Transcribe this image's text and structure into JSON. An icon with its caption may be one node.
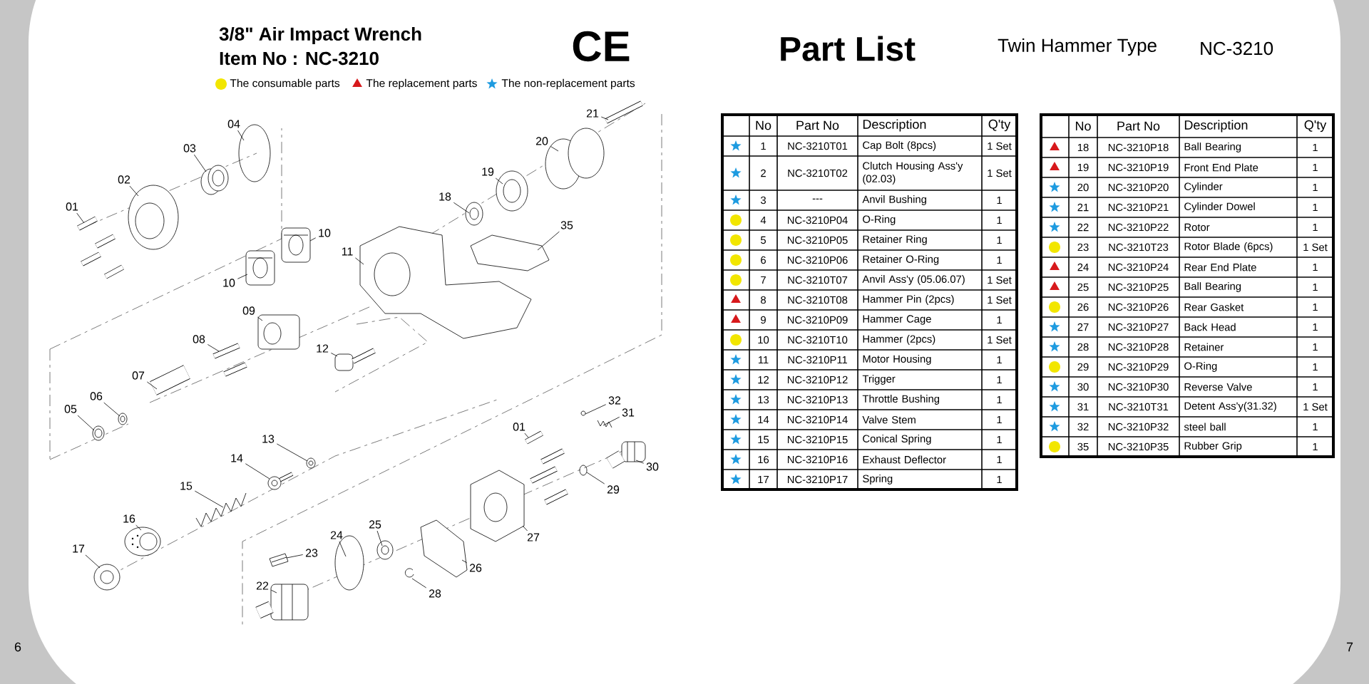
{
  "diagram": {
    "title": "3/8\" Air Impact Wrench",
    "nodes": [
      {
        "text": [
          "21"
        ]
      },
      {
        "text": [
          "20"
        ]
      },
      {
        "text": [
          "04"
        ]
      },
      {
        "text": [
          "03"
        ]
      },
      {
        "text": [
          "19"
        ]
      },
      {
        "text": [
          "02"
        ]
      },
      {
        "text": [
          "18"
        ]
      },
      {
        "text": [
          "01"
        ]
      },
      {
        "text": [
          "35"
        ]
      },
      {
        "text": [
          "10"
        ]
      },
      {
        "text": [
          "11"
        ]
      },
      {
        "text": [
          "10"
        ]
      },
      {
        "text": [
          "09"
        ]
      },
      {
        "text": [
          "08"
        ]
      },
      {
        "text": [
          "12"
        ]
      },
      {
        "text": [
          "07"
        ]
      },
      {
        "text": [
          "06"
        ]
      },
      {
        "text": [
          "05"
        ]
      },
      {
        "text": [
          "32"
        ]
      },
      {
        "text": [
          "31"
        ]
      },
      {
        "text": [
          "01"
        ]
      },
      {
        "text": [
          "13"
        ]
      },
      {
        "text": [
          "14"
        ]
      },
      {
        "text": [
          "30"
        ]
      },
      {
        "text": [
          "29"
        ]
      },
      {
        "text": [
          "15"
        ]
      },
      {
        "text": [
          "16"
        ]
      },
      {
        "text": [
          "24"
        ]
      },
      {
        "text": [
          "25"
        ]
      },
      {
        "text": [
          "27"
        ]
      },
      {
        "text": [
          "17"
        ]
      },
      {
        "text": [
          "23"
        ]
      },
      {
        "text": [
          "26"
        ]
      },
      {
        "text": [
          "22"
        ]
      },
      {
        "text": [
          "28"
        ]
      },
      {
        "text": [],
        "shape": "picture"
      },
      {
        "text": [],
        "shape": "picture"
      },
      {
        "text": [],
        "shape": "picture"
      },
      {
        "text": [],
        "shape": "picture"
      },
      {
        "text": [],
        "shape": "picture"
      },
      {
        "text": [],
        "shape": "picture"
      },
      {
        "text": [],
        "shape": "picture"
      },
      {
        "text": [],
        "shape": "picture"
      },
      {
        "text": [],
        "shape": "picture"
      },
      {
        "text": [],
        "shape": "picture"
      },
      {
        "text": [],
        "shape": "picture"
      },
      {
        "text": [],
        "shape": "picture"
      },
      {
        "text": [],
        "shape": "picture"
      },
      {
        "text": [],
        "shape": "picture"
      },
      {
        "text": [],
        "shape": "picture"
      },
      {
        "text": [],
        "shape": "picture"
      },
      {
        "text": [],
        "shape": "picture"
      },
      {
        "text": [],
        "shape": "picture"
      },
      {
        "text": [],
        "shape": "picture"
      },
      {
        "text": [],
        "shape": "picture"
      },
      {
        "text": [],
        "shape": "picture"
      },
      {
        "text": [],
        "shape": "picture"
      },
      {
        "text": [],
        "shape": "picture"
      },
      {
        "text": [],
        "shape": "picture"
      },
      {
        "text": [],
        "shape": "picture"
      },
      {
        "text": [],
        "shape": "picture"
      },
      {
        "text": [],
        "shape": "picture"
      },
      {
        "text": [],
        "shape": "picture"
      },
      {
        "text": [],
        "shape": "picture"
      },
      {
        "text": [],
        "shape": "picture"
      },
      {
        "text": [],
        "shape": "picture"
      },
      {
        "text": [],
        "shape": "picture"
      },
      {
        "text": [],
        "shape": "picture"
      },
      {
        "text": [],
        "shape": "picture"
      },
      {
        "text": [],
        "shape": "picture"
      },
      {
        "text": [],
        "shape": "star"
      },
      {
        "text": [],
        "shape": "star"
      },
      {
        "text": [],
        "shape": "star"
      },
      {
        "text": [],
        "shape": "circle"
      },
      {
        "text": [],
        "shape": "circle"
      },
      {
        "text": [],
        "shape": "circle"
      },
      {
        "text": [],
        "shape": "circle"
      },
      {
        "text": [],
        "shape": "triangle"
      },
      {
        "text": [],
        "shape": "triangle"
      },
      {
        "text": [],
        "shape": "circle"
      },
      {
        "text": [],
        "shape": "star"
      },
      {
        "text": [],
        "shape": "star"
      },
      {
        "text": [],
        "shape": "star"
      },
      {
        "text": [],
        "shape": "star"
      },
      {
        "text": [],
        "shape": "star"
      },
      {
        "text": [],
        "shape": "star"
      },
      {
        "text": [],
        "shape": "star"
      },
      {
        "text": [],
        "shape": "triangle"
      },
      {
        "text": [],
        "shape": "triangle"
      },
      {
        "text": [],
        "shape": "star"
      },
      {
        "text": [],
        "shape": "star"
      },
      {
        "text": [],
        "shape": "star"
      },
      {
        "text": [],
        "shape": "circle"
      },
      {
        "text": [],
        "shape": "triangle"
      },
      {
        "text": [],
        "shape": "triangle"
      },
      {
        "text": [],
        "shape": "circle"
      },
      {
        "text": [],
        "shape": "star"
      },
      {
        "text": [],
        "shape": "star"
      },
      {
        "text": [],
        "shape": "circle"
      },
      {
        "text": [],
        "shape": "star"
      },
      {
        "text": [],
        "shape": "star"
      },
      {
        "text": [],
        "shape": "star"
      },
      {
        "text": [],
        "shape": "circle"
      }
    ],
    "edges": [
      {
        "from": 0,
        "to": 35,
        "arrow": "none"
      },
      {
        "from": 1,
        "to": 36,
        "arrow": "none"
      },
      {
        "from": 2,
        "to": 37,
        "arrow": "none"
      },
      {
        "from": 3,
        "to": 38,
        "arrow": "none"
      },
      {
        "from": 4,
        "to": 39,
        "arrow": "none"
      },
      {
        "from": 5,
        "to": 40,
        "arrow": "none"
      },
      {
        "from": 6,
        "to": 41,
        "arrow": "none"
      },
      {
        "from": 7,
        "to": 42,
        "arrow": "none"
      },
      {
        "from": 8,
        "to": 43,
        "arrow": "none"
      },
      {
        "from": 9,
        "to": 44,
        "arrow": "none"
      },
      {
        "from": 10,
        "to": 45,
        "arrow": "none"
      },
      {
        "from": 11,
        "to": 46,
        "arrow": "none"
      },
      {
        "from": 12,
        "to": 47,
        "arrow": "none"
      },
      {
        "from": 13,
        "to": 48,
        "arrow": "none"
      },
      {
        "from": 14,
        "to": 49,
        "arrow": "none"
      },
      {
        "from": 15,
        "to": 50,
        "arrow": "none"
      },
      {
        "from": 16,
        "to": 51,
        "arrow": "none"
      },
      {
        "from": 17,
        "to": 52,
        "arrow": "none"
      },
      {
        "from": 18,
        "to": 53,
        "arrow": "none"
      },
      {
        "from": 19,
        "to": 54,
        "arrow": "none"
      },
      {
        "from": 20,
        "to": 55,
        "arrow": "none"
      },
      {
        "from": 21,
        "to": 56,
        "arrow": "none"
      },
      {
        "from": 22,
        "to": 57,
        "arrow": "none"
      },
      {
        "from": 23,
        "to": 58,
        "arrow": "none"
      },
      {
        "from": 24,
        "to": 59,
        "arrow": "none"
      },
      {
        "from": 25,
        "to": 60,
        "arrow": "none"
      },
      {
        "from": 26,
        "to": 61,
        "arrow": "none"
      },
      {
        "from": 27,
        "to": 62,
        "arrow": "none"
      },
      {
        "from": 28,
        "to": 63,
        "arrow": "none"
      },
      {
        "from": 29,
        "to": 64,
        "arrow": "none"
      },
      {
        "from": 30,
        "to": 65,
        "arrow": "none"
      },
      {
        "from": 31,
        "to": 66,
        "arrow": "none"
      },
      {
        "from": 32,
        "to": 67,
        "arrow": "none"
      },
      {
        "from": 33,
        "to": 68,
        "arrow": "none"
      },
      {
        "from": 34,
        "to": 69,
        "arrow": "none"
      }
    ],
    "labels": [
      "Item No : NC-3210",
      "CE",
      "Part List",
      "Twin Hammer Type",
      "NC-3210",
      "No",
      "Part No",
      "Description",
      "Q'ty",
      "1",
      "NC-3210T01",
      "Cap Bolt (8pcs)",
      "1 Set",
      "2",
      "NC-3210T02",
      "Clutch Housing Ass'y (02.03)",
      "1 Set",
      "3",
      "---",
      "Anvil Bushing",
      "1",
      "4",
      "NC-3210P04",
      "O-Ring",
      "1",
      "5",
      "NC-3210P05",
      "Retainer Ring",
      "1",
      "6",
      "NC-3210P06",
      "Retainer O-Ring",
      "1",
      "7",
      "NC-3210T07",
      "Anvil Ass'y (05.06.07)",
      "1 Set",
      "8",
      "NC-3210T08",
      "Hammer Pin (2pcs)",
      "1 Set",
      "9",
      "NC-3210P09",
      "Hammer Cage",
      "1",
      "10",
      "NC-3210T10",
      "Hammer (2pcs)",
      "1 Set",
      "11",
      "NC-3210P11",
      "Motor Housing",
      "1",
      "12",
      "NC-3210P12",
      "Trigger",
      "1",
      "13",
      "NC-3210P13",
      "Throttle Bushing",
      "1",
      "14",
      "NC-3210P14",
      "Valve Stem",
      "1",
      "15",
      "NC-3210P15",
      "Conical Spring",
      "1",
      "16",
      "NC-3210P16",
      "Exhaust Deflector",
      "1",
      "17",
      "NC-3210P17",
      "Spring",
      "1",
      "No",
      "Part No",
      "Description",
      "Q'ty",
      "18",
      "NC-3210P18",
      "Ball Bearing",
      "1",
      "19",
      "NC-3210P19",
      "Front End Plate",
      "1",
      "20",
      "NC-3210P20",
      "Cylinder",
      "1",
      "21",
      "NC-3210P21",
      "Cylinder Dowel",
      "1",
      "22",
      "NC-3210P22",
      "Rotor",
      "1",
      "23",
      "NC-3210T23",
      "Rotor Blade (6pcs)",
      "1 Set",
      "24",
      "NC-3210P24",
      "Rear End Plate",
      "1",
      "25",
      "NC-3210P25",
      "Ball Bearing",
      "1",
      "26",
      "NC-3210P26",
      "Rear Gasket",
      "1",
      "27",
      "NC-3210P27",
      "Back Head",
      "1",
      "28",
      "NC-3210P28",
      "Retainer",
      "1",
      "29",
      "NC-3210P29",
      "O-Ring",
      "1",
      "30",
      "NC-3210P30",
      "Reverse Valve",
      "1",
      "31",
      "NC-3210T31",
      "Detent Ass'y(31.32)",
      "1 Set",
      "32",
      "NC-3210P32",
      "steel ball",
      "1",
      "35",
      "NC-3210P35",
      "Rubber Grip",
      "1",
      "6",
      "7"
    ],
    "legend": [
      {
        "text": "The consumable parts",
        "color": "#f2e600"
      },
      {
        "text": "The replacement parts",
        "color": "#d7191c"
      },
      {
        "text": "The non-replacement parts",
        "color": "#1e9be0"
      }
    ]
  }
}
